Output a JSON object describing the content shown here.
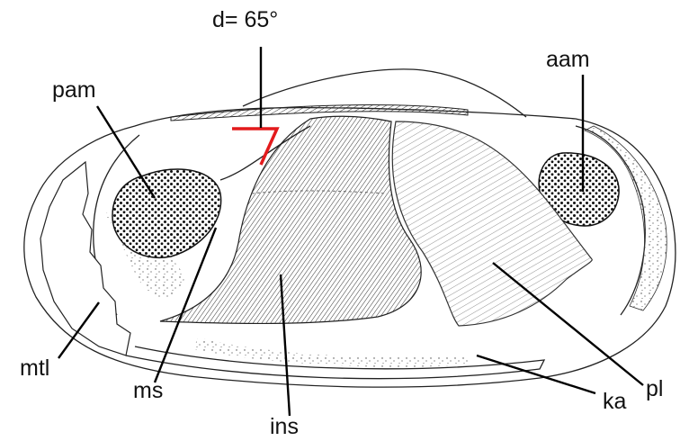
{
  "labels": {
    "angle": "d= 65°",
    "pam": "pam",
    "aam": "aam",
    "mtl": "mtl",
    "ms": "ms",
    "ins": "ins",
    "ka": "ka",
    "pl": "pl"
  },
  "colors": {
    "angle_marker": "#e31a1c",
    "ink": "#000000",
    "background": "#ffffff"
  }
}
